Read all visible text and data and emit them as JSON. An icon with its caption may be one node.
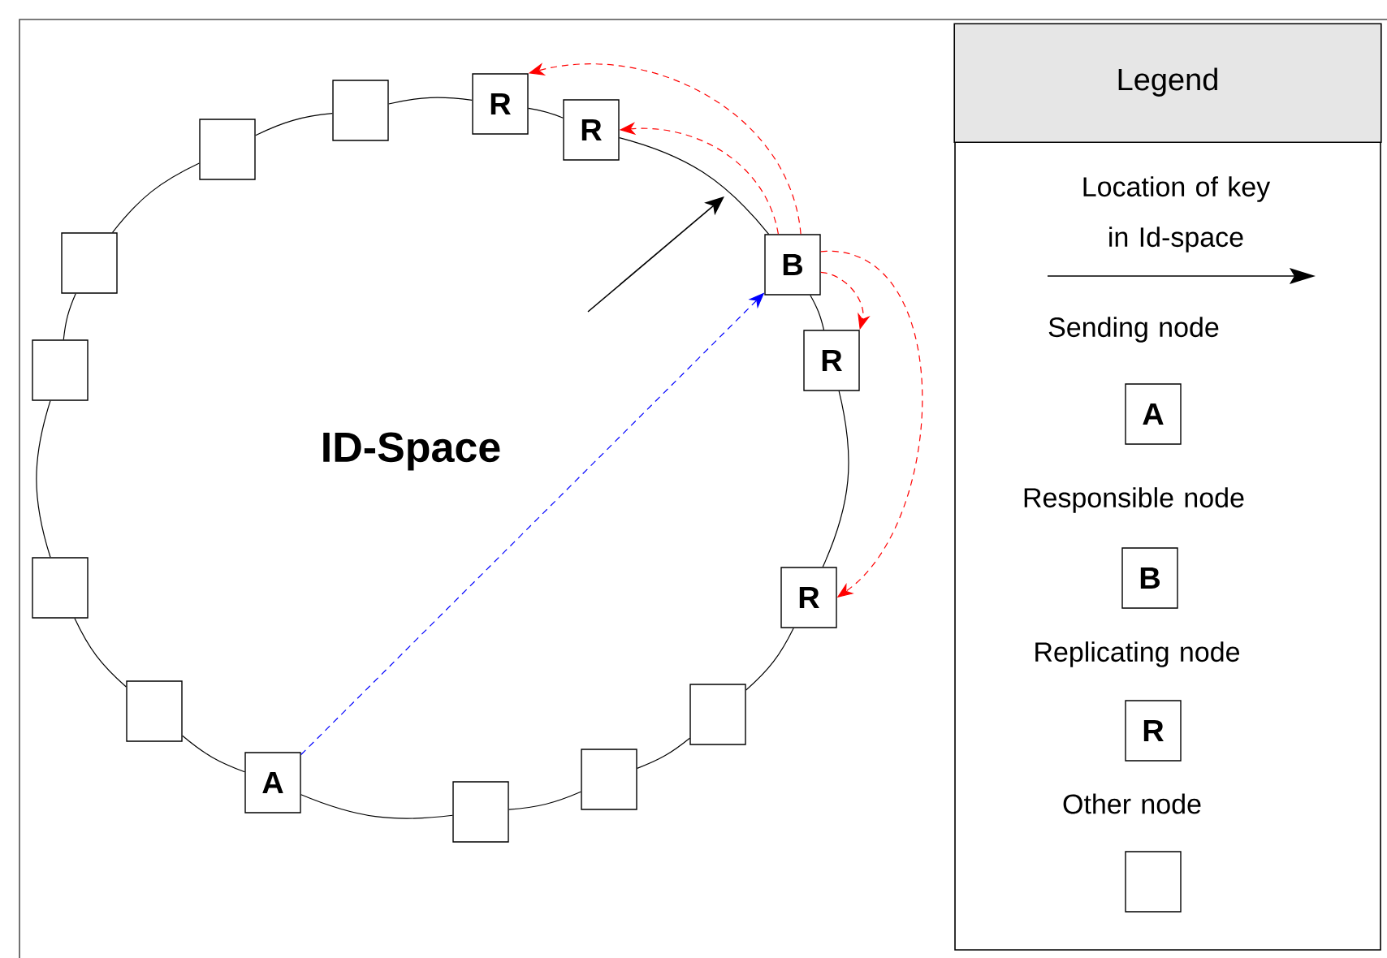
{
  "diagram": {
    "nodes": [
      {
        "text": [],
        "shape": "box"
      },
      {
        "text": [
          "R"
        ]
      },
      {
        "text": [
          "R"
        ]
      },
      {
        "text": [
          "B"
        ]
      },
      {
        "text": [
          "R"
        ]
      },
      {
        "text": [
          "R"
        ]
      },
      {
        "text": [],
        "shape": "box"
      },
      {
        "text": [],
        "shape": "box"
      },
      {
        "text": [],
        "shape": "box"
      },
      {
        "text": [
          "A"
        ]
      },
      {
        "text": [],
        "shape": "box"
      },
      {
        "text": [],
        "shape": "box"
      },
      {
        "text": [],
        "shape": "box"
      },
      {
        "text": [],
        "shape": "box"
      },
      {
        "text": [],
        "shape": "box"
      },
      {
        "text": [
          "Legend"
        ]
      },
      {
        "text": [
          "A"
        ],
        "in": 15
      },
      {
        "text": [
          "B"
        ],
        "in": 15
      },
      {
        "text": [
          "R"
        ],
        "in": 15
      },
      {
        "text": [],
        "shape": "box",
        "in": 15
      }
    ],
    "edges": [
      {
        "from": 9,
        "to": 3,
        "arrow": "to",
        "style": "dashed",
        "color": "#0000ff"
      },
      {
        "from": 3,
        "to": 1,
        "arrow": "to",
        "style": "dashed",
        "color": "#ff0000"
      },
      {
        "from": 3,
        "to": 2,
        "arrow": "to",
        "style": "dashed",
        "color": "#ff0000"
      },
      {
        "from": 3,
        "to": 4,
        "arrow": "to",
        "style": "dashed",
        "color": "#ff0000"
      },
      {
        "from": 3,
        "to": 5,
        "arrow": "to",
        "style": "dashed",
        "color": "#ff0000"
      },
      {
        "from": 0,
        "to": 1,
        "arrow": "none"
      },
      {
        "from": 1,
        "to": 2,
        "arrow": "none"
      },
      {
        "from": 2,
        "to": 3,
        "arrow": "none"
      },
      {
        "from": 3,
        "to": 4,
        "arrow": "none"
      },
      {
        "from": 4,
        "to": 5,
        "arrow": "none"
      },
      {
        "from": 5,
        "to": 6,
        "arrow": "none"
      },
      {
        "from": 6,
        "to": 7,
        "arrow": "none"
      },
      {
        "from": 7,
        "to": 8,
        "arrow": "none"
      },
      {
        "from": 8,
        "to": 9,
        "arrow": "none"
      },
      {
        "from": 9,
        "to": 10,
        "arrow": "none"
      },
      {
        "from": 10,
        "to": 11,
        "arrow": "none"
      },
      {
        "from": 11,
        "to": 12,
        "arrow": "none"
      },
      {
        "from": 12,
        "to": 13,
        "arrow": "none"
      },
      {
        "from": 13,
        "to": 14,
        "arrow": "none"
      },
      {
        "from": 14,
        "to": 0,
        "arrow": "none"
      }
    ],
    "labels": [
      "ID-Space"
    ],
    "legend": [
      {
        "text": "Location of key in Id-space"
      },
      {
        "text": "Sending node"
      },
      {
        "text": "Responsible node"
      },
      {
        "text": "Replicating node"
      },
      {
        "text": "Other node"
      }
    ]
  }
}
